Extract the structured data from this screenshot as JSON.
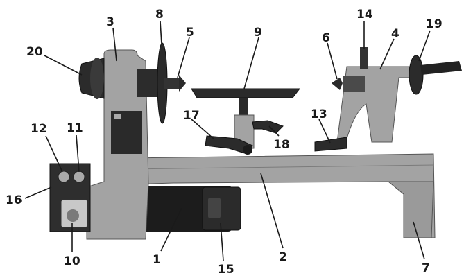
{
  "callouts": [
    {
      "id": "c1",
      "label": "1"
    },
    {
      "id": "c2",
      "label": "2"
    },
    {
      "id": "c3",
      "label": "3"
    },
    {
      "id": "c4",
      "label": "4"
    },
    {
      "id": "c5",
      "label": "5"
    },
    {
      "id": "c6",
      "label": "6"
    },
    {
      "id": "c7",
      "label": "7"
    },
    {
      "id": "c8",
      "label": "8"
    },
    {
      "id": "c9",
      "label": "9"
    },
    {
      "id": "c10",
      "label": "10"
    },
    {
      "id": "c11",
      "label": "11"
    },
    {
      "id": "c12",
      "label": "12"
    },
    {
      "id": "c13",
      "label": "13"
    },
    {
      "id": "c14",
      "label": "14"
    },
    {
      "id": "c15",
      "label": "15"
    },
    {
      "id": "c16",
      "label": "16"
    },
    {
      "id": "c17",
      "label": "17"
    },
    {
      "id": "c18",
      "label": "18"
    },
    {
      "id": "c19",
      "label": "19"
    },
    {
      "id": "c20",
      "label": "20"
    }
  ],
  "colors": {
    "body": "#a3a3a3",
    "dark": "#2b2b2b",
    "motor": "#1f1f1f",
    "ink": "#1a1a1a"
  }
}
